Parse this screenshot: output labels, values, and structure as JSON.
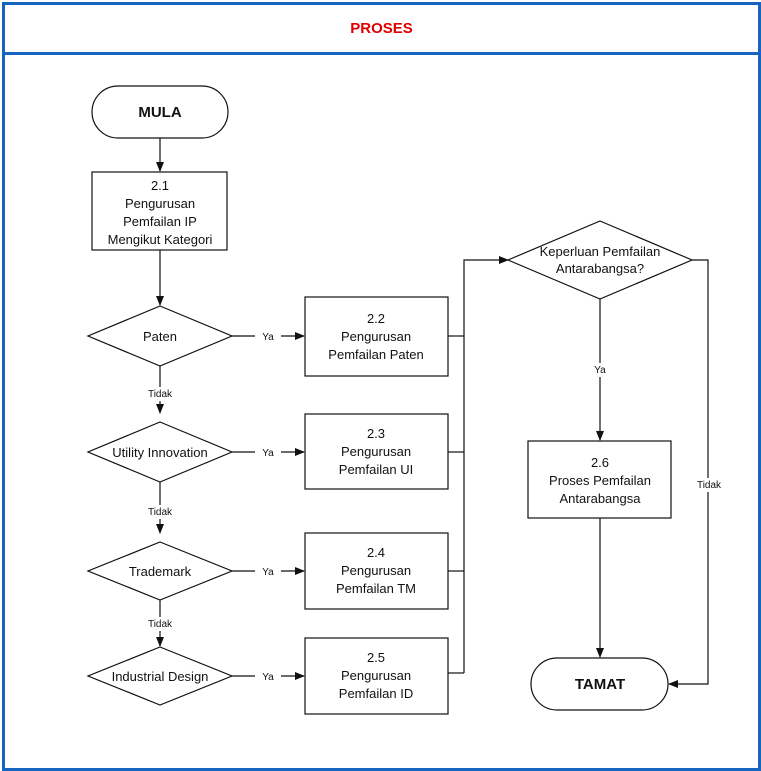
{
  "header": {
    "title": "PROSES"
  },
  "nodes": {
    "start": "MULA",
    "p21": [
      "2.1",
      "Pengurusan",
      "Pemfailan IP",
      "Mengikut Kategori"
    ],
    "d_paten": "Paten",
    "d_ui": "Utility Innovation",
    "d_tm": "Trademark",
    "d_id": "Industrial Design",
    "p22": [
      "2.2",
      "Pengurusan",
      "Pemfailan Paten"
    ],
    "p23": [
      "2.3",
      "Pengurusan",
      "Pemfailan UI"
    ],
    "p24": [
      "2.4",
      "Pengurusan",
      "Pemfailan TM"
    ],
    "p25": [
      "2.5",
      "Pengurusan",
      "Pemfailan ID"
    ],
    "d_intl": [
      "Keperluan Pemfailan",
      "Antarabangsa?"
    ],
    "p26": [
      "2.6",
      "Proses Pemfailan",
      "Antarabangsa"
    ],
    "end": "TAMAT"
  },
  "edge_labels": {
    "yes": "Ya",
    "no": "Tidak"
  }
}
